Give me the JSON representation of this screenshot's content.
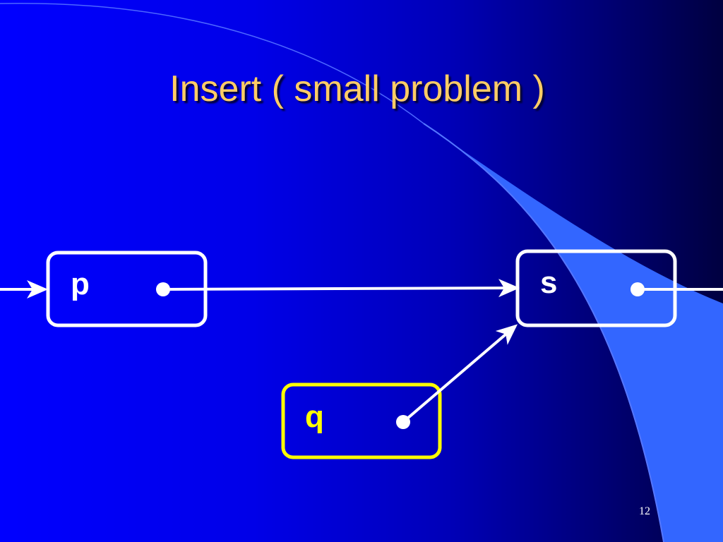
{
  "slide": {
    "title": "Insert ( small problem )",
    "page_number": "12"
  },
  "nodes": [
    {
      "id": "p",
      "label": "p",
      "color": "#ffffff"
    },
    {
      "id": "s",
      "label": "s",
      "color": "#ffffff"
    },
    {
      "id": "q",
      "label": "q",
      "color": "#ffff00"
    }
  ],
  "edges": [
    {
      "from": "incoming",
      "to": "p"
    },
    {
      "from": "p",
      "to": "s"
    },
    {
      "from": "q",
      "to": "s"
    },
    {
      "from": "s",
      "to": "outgoing"
    }
  ],
  "colors": {
    "background": "#0000ff",
    "title": "#ffcc66",
    "accent_shape": "#3366ff",
    "node_border": "#ffffff",
    "highlight_node_border": "#ffff00"
  }
}
